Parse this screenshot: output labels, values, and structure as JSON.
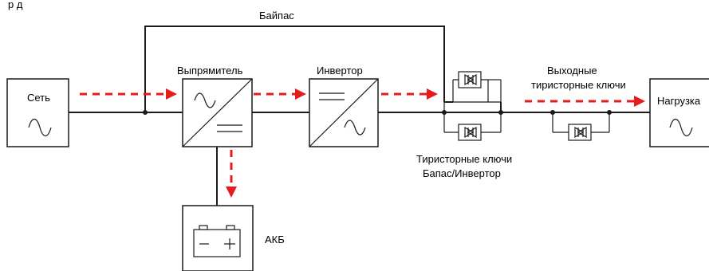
{
  "labels": {
    "top_char": "р д",
    "bypass": "Байпас",
    "mains": "Сеть",
    "rectifier": "Выпрямитель",
    "inverter": "Инвертор",
    "output_switch_line1": "Выходные",
    "output_switch_line2": "тиристорные ключи",
    "load": "Нагрузка",
    "transfer_switch_line1": "Тиристорные ключи",
    "transfer_switch_line2": "Бапас/Инвертор",
    "battery": "АКБ",
    "battery_minus": "−",
    "battery_plus": "+"
  },
  "colors": {
    "flow": "#e41c1c",
    "wire": "#1a1a1a"
  },
  "icons": {
    "mains": "sine-wave-icon",
    "rectifier": "ac-dc-icon",
    "inverter": "dc-ac-icon",
    "load": "sine-wave-icon",
    "battery": "battery-icon",
    "thyristor": "thyristor-pair-icon"
  }
}
